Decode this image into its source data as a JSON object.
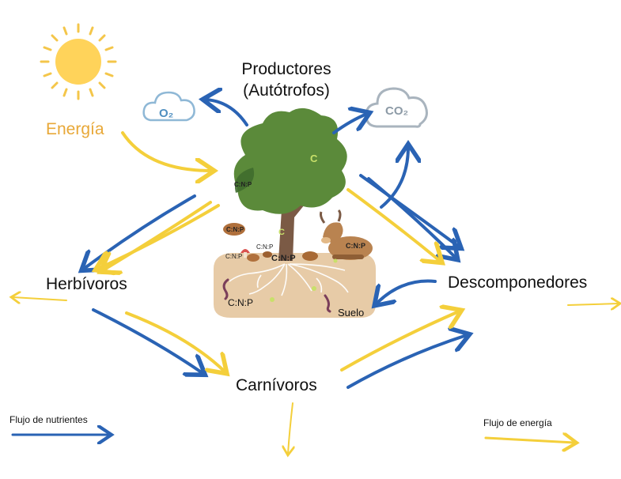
{
  "labels": {
    "productores_line1": "Productores",
    "productores_line2": "(Autótrofos)",
    "energia": "Energía",
    "herbivoros": "Herbívoros",
    "descomponedores": "Descomponedores",
    "carnivoros": "Carnívoros",
    "suelo": "Suelo",
    "o2_cloud": "O₂",
    "co2_cloud": "CO₂"
  },
  "element_marks": {
    "cnp": "C:N:P",
    "c": "C"
  },
  "legend": {
    "nutrients": "Flujo de nutrientes",
    "energy": "Flujo de  energía"
  },
  "colors": {
    "nutrient_flow": "#2A63B4",
    "energy_flow": "#F4CF3B",
    "sun": "#FFD35A",
    "energia_text": "#E8A838",
    "cloud": "#9DB7CC",
    "tree_canopy": "#5B8A3A",
    "trunk": "#7B5A45",
    "soil": "#E7CBA7"
  }
}
